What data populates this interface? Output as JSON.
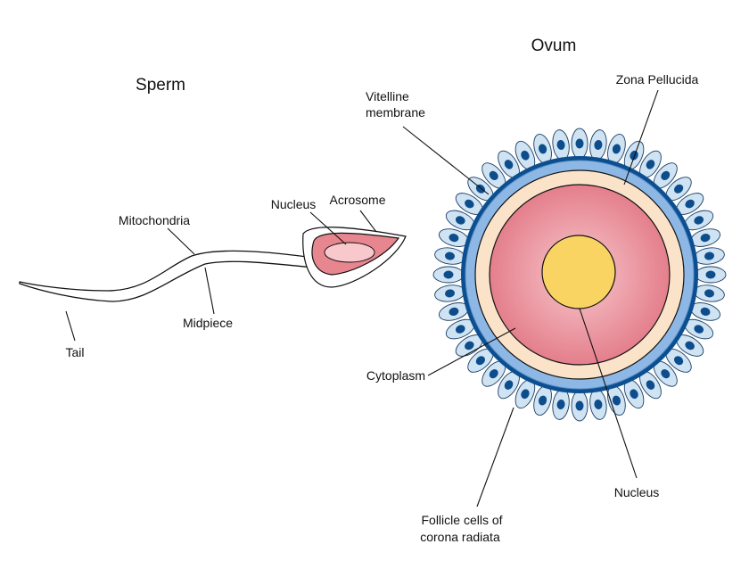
{
  "sperm": {
    "title": "Sperm",
    "labels": {
      "nucleus": "Nucleus",
      "acrosome": "Acrosome",
      "mitochondria": "Mitochondria",
      "midpiece": "Midpiece",
      "tail": "Tail"
    }
  },
  "ovum": {
    "title": "Ovum",
    "labels": {
      "vitelline_line1": "Vitelline",
      "vitelline_line2": "membrane",
      "zona_pellucida": "Zona Pellucida",
      "cytoplasm": "Cytoplasm",
      "nucleus": "Nucleus",
      "follicle_line1": "Follicle cells of",
      "follicle_line2": "corona radiata"
    },
    "follicle_cell_count": 44
  },
  "colors": {
    "corona_band": "#0b4f91",
    "follicle_cell": "#cfe3f3",
    "follicle_nucleus": "#0d4d8c",
    "vitelline_membrane": "#8db8e5",
    "zona_pellucida": "#fbe3c9",
    "cytoplasm": "#e47f8c",
    "ovum_nucleus": "#f9d462",
    "sperm_nucleus": "#f8c8cc",
    "acrosome": "#e7868f"
  }
}
